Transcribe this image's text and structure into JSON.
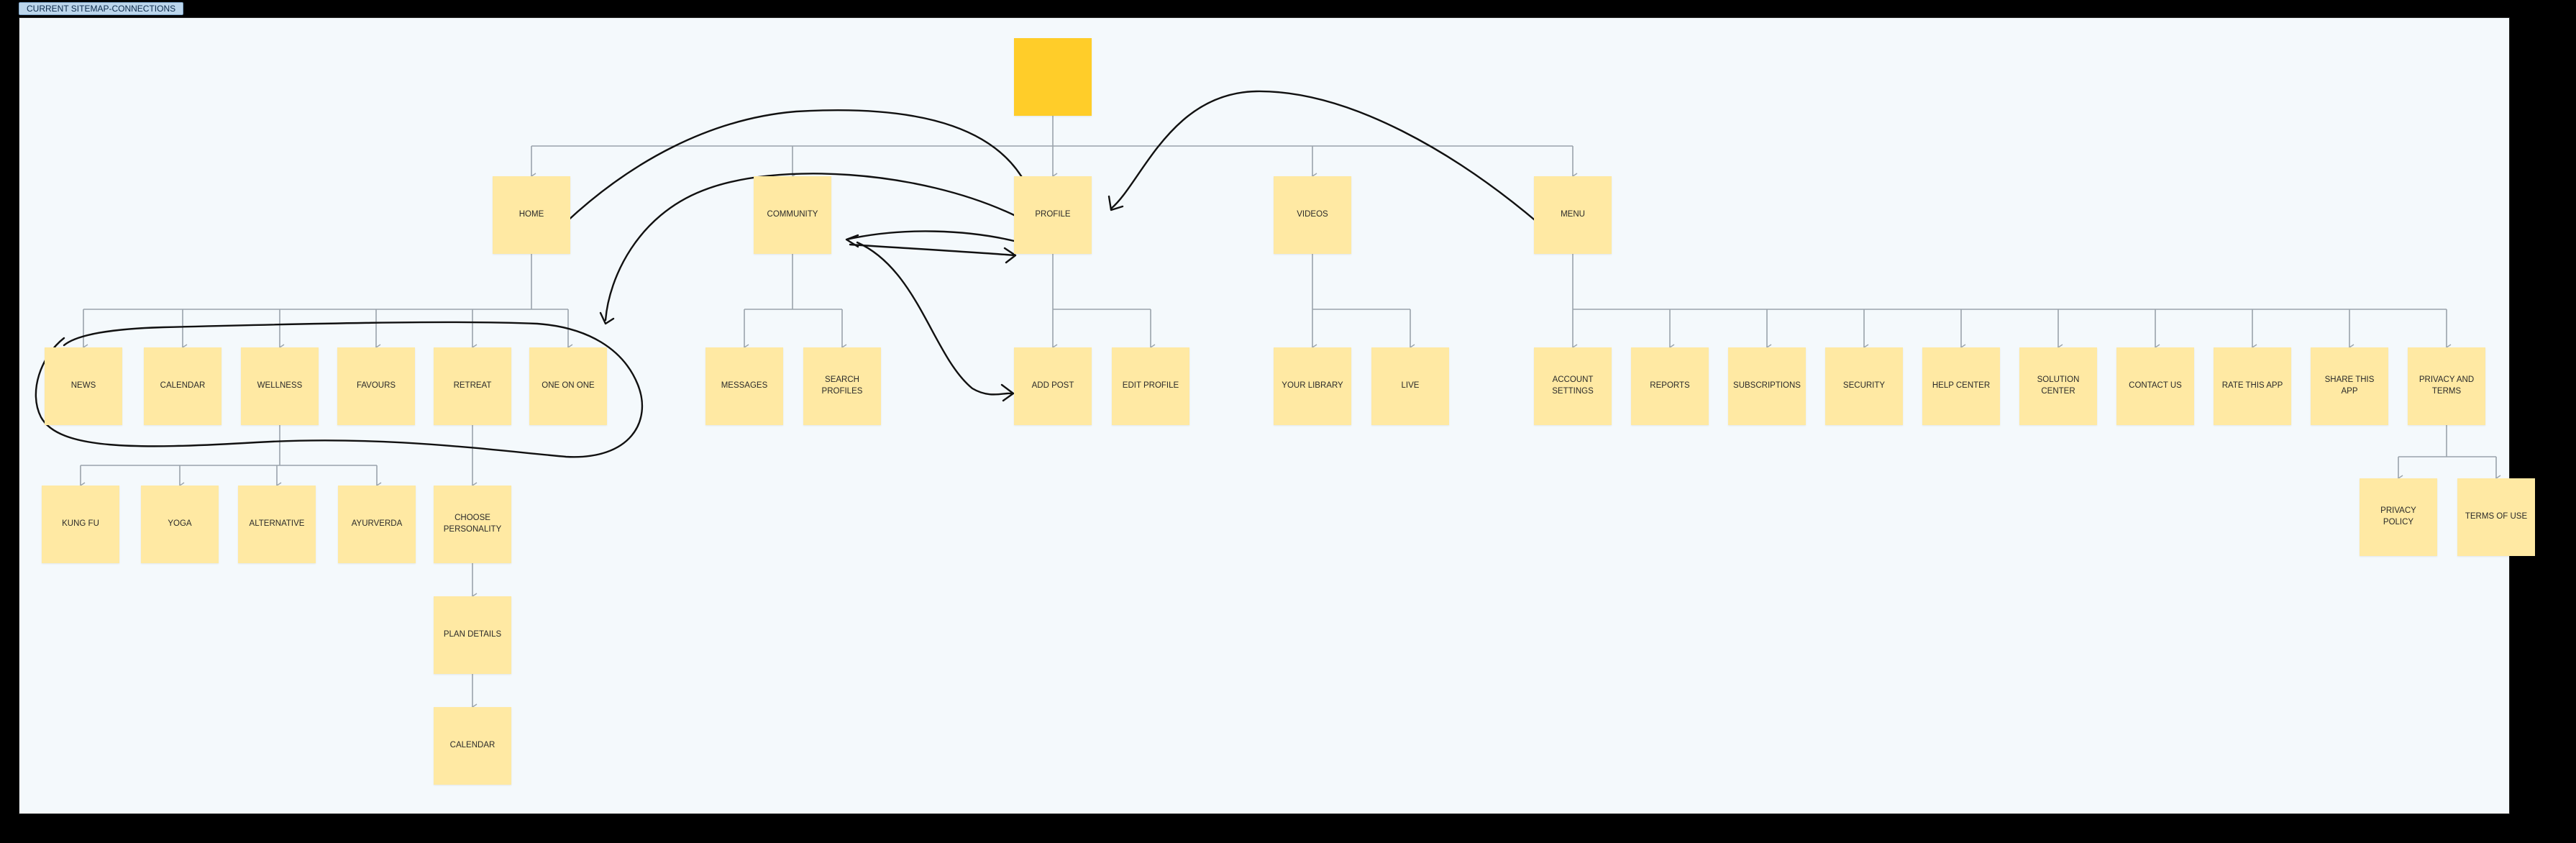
{
  "frame": {
    "title": "CURRENT SITEMAP-CONNECTIONS"
  },
  "colors": {
    "note": "#ffe9a3",
    "root_note": "#ffcd29",
    "canvas": "#f4f9fc",
    "connector": "#9aa3ab",
    "ink": "#111111"
  },
  "nodes": {
    "root": "",
    "home": "HOME",
    "community": "COMMUNITY",
    "profile": "PROFILE",
    "videos": "VIDEOS",
    "menu": "MENU",
    "news": "NEWS",
    "calendar1": "CALENDAR",
    "wellness": "WELLNESS",
    "favours": "FAVOURS",
    "retreat": "RETREAT",
    "one_on_one": "ONE ON ONE",
    "messages": "MESSAGES",
    "search_profiles": "SEARCH PROFILES",
    "add_post": "ADD POST",
    "edit_profile": "EDIT PROFILE",
    "your_library": "YOUR LIBRARY",
    "live": "LIVE",
    "account_settings": "ACCOUNT SETTINGS",
    "reports": "REPORTS",
    "subscriptions": "SUBSCRIPTIONS",
    "security": "SECURITY",
    "help_center": "HELP CENTER",
    "solution_center": "SOLUTION CENTER",
    "contact_us": "CONTACT US",
    "rate_this_app": "RATE THIS APP",
    "share_this_app": "SHARE THIS APP",
    "privacy_and_terms": "PRIVACY AND TERMS",
    "kung_fu": "KUNG FU",
    "yoga": "YOGA",
    "alternative": "ALTERNATIVE",
    "ayurverda": "AYURVERDA",
    "choose_personality": "CHOOSE PERSONALITY",
    "plan_details": "PLAN DETAILS",
    "calendar2": "CALENDAR",
    "privacy_policy": "PRIVACY POLICY",
    "terms_of_use": "TERMS OF USE"
  }
}
